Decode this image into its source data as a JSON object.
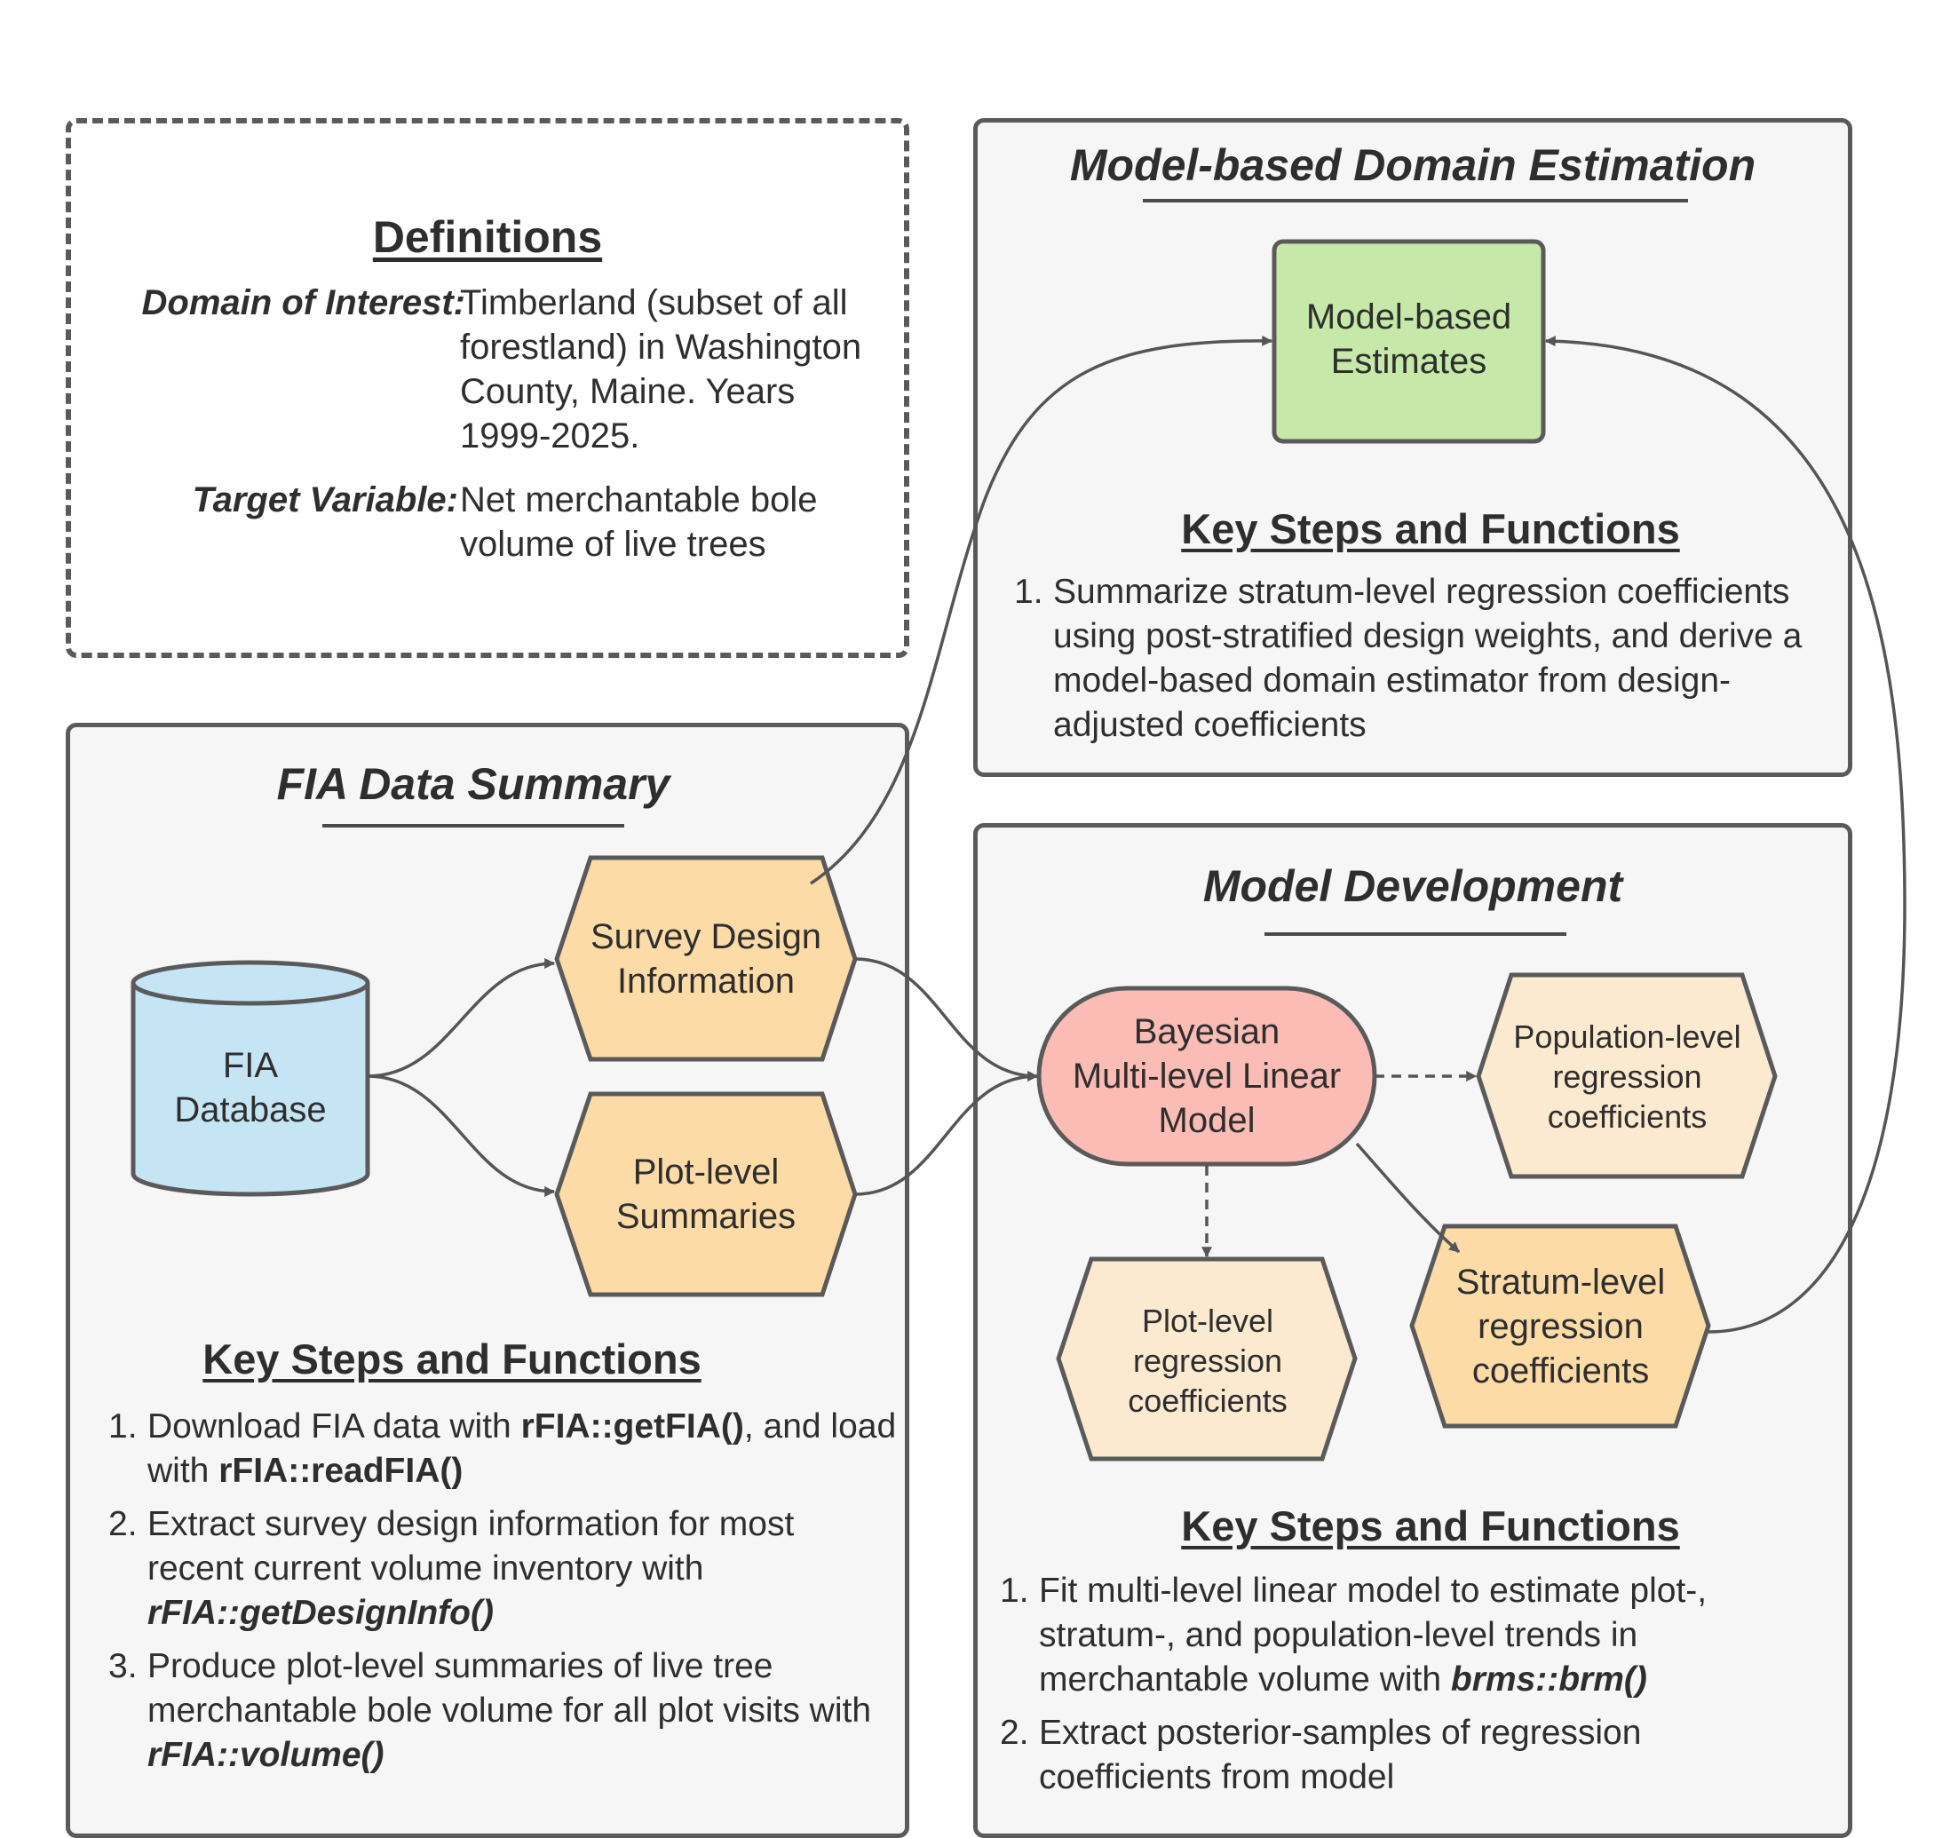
{
  "definitions": {
    "title": "Definitions",
    "domain_label": "Domain of Interest:",
    "domain_value": "Timberland (subset of all forestland) in Washington County, Maine. Years 1999-2025.",
    "target_label": "Target Variable:",
    "target_value": "Net merchantable bole volume of live trees"
  },
  "fia_panel": {
    "title": "FIA Data Summary",
    "nodes": {
      "database": "FIA\nDatabase",
      "survey_design": "Survey Design\nInformation",
      "plot_summaries": "Plot-level\nSummaries"
    },
    "steps_title": "Key Steps and Functions",
    "steps": [
      {
        "num": "1.",
        "parts": [
          {
            "t": "Download FIA data with "
          },
          {
            "t": "rFIA::getFIA()",
            "s": "b"
          },
          {
            "t": ", and load with "
          },
          {
            "t": "rFIA::readFIA()",
            "s": "b"
          }
        ]
      },
      {
        "num": "2.",
        "parts": [
          {
            "t": "Extract survey design information for most recent current volume inventory with "
          },
          {
            "t": "rFIA::getDesignInfo()",
            "s": "bi"
          }
        ]
      },
      {
        "num": "3.",
        "parts": [
          {
            "t": "Produce plot-level summaries of live tree merchantable bole volume for all plot visits with "
          },
          {
            "t": "rFIA::volume()",
            "s": "bi"
          }
        ]
      }
    ]
  },
  "estimation_panel": {
    "title": "Model-based Domain Estimation",
    "node": "Model-based\nEstimates",
    "steps_title": "Key Steps and Functions",
    "steps": [
      {
        "num": "1.",
        "parts": [
          {
            "t": "Summarize stratum-level regression coefficients using post-stratified design weights, and derive a model-based domain estimator from design-adjusted coefficients"
          }
        ]
      }
    ]
  },
  "model_panel": {
    "title": "Model Development",
    "nodes": {
      "bayesian": "Bayesian\nMulti-level Linear\nModel",
      "population": "Population-level\nregression\ncoefficients",
      "plot_coef": "Plot-level\nregression\ncoefficients",
      "stratum": "Stratum-level\nregression\ncoefficients"
    },
    "steps_title": "Key Steps and Functions",
    "steps": [
      {
        "num": "1.",
        "parts": [
          {
            "t": "Fit multi-level linear model to estimate plot-, stratum-, and population-level trends in merchantable volume with "
          },
          {
            "t": "brms::brm()",
            "s": "bi"
          }
        ]
      },
      {
        "num": "2.",
        "parts": [
          {
            "t": "Extract posterior-samples of regression coefficients from model"
          }
        ]
      }
    ]
  },
  "colors": {
    "database_fill": "#c5e4f4",
    "hex_orange": "#fcdba6",
    "hex_light": "#fbe9d0",
    "bayesian_fill": "#fbbcb5",
    "estimates_fill": "#c6e8a9",
    "stroke": "#5a5a5a",
    "panel_fill": "#f6f6f6"
  }
}
